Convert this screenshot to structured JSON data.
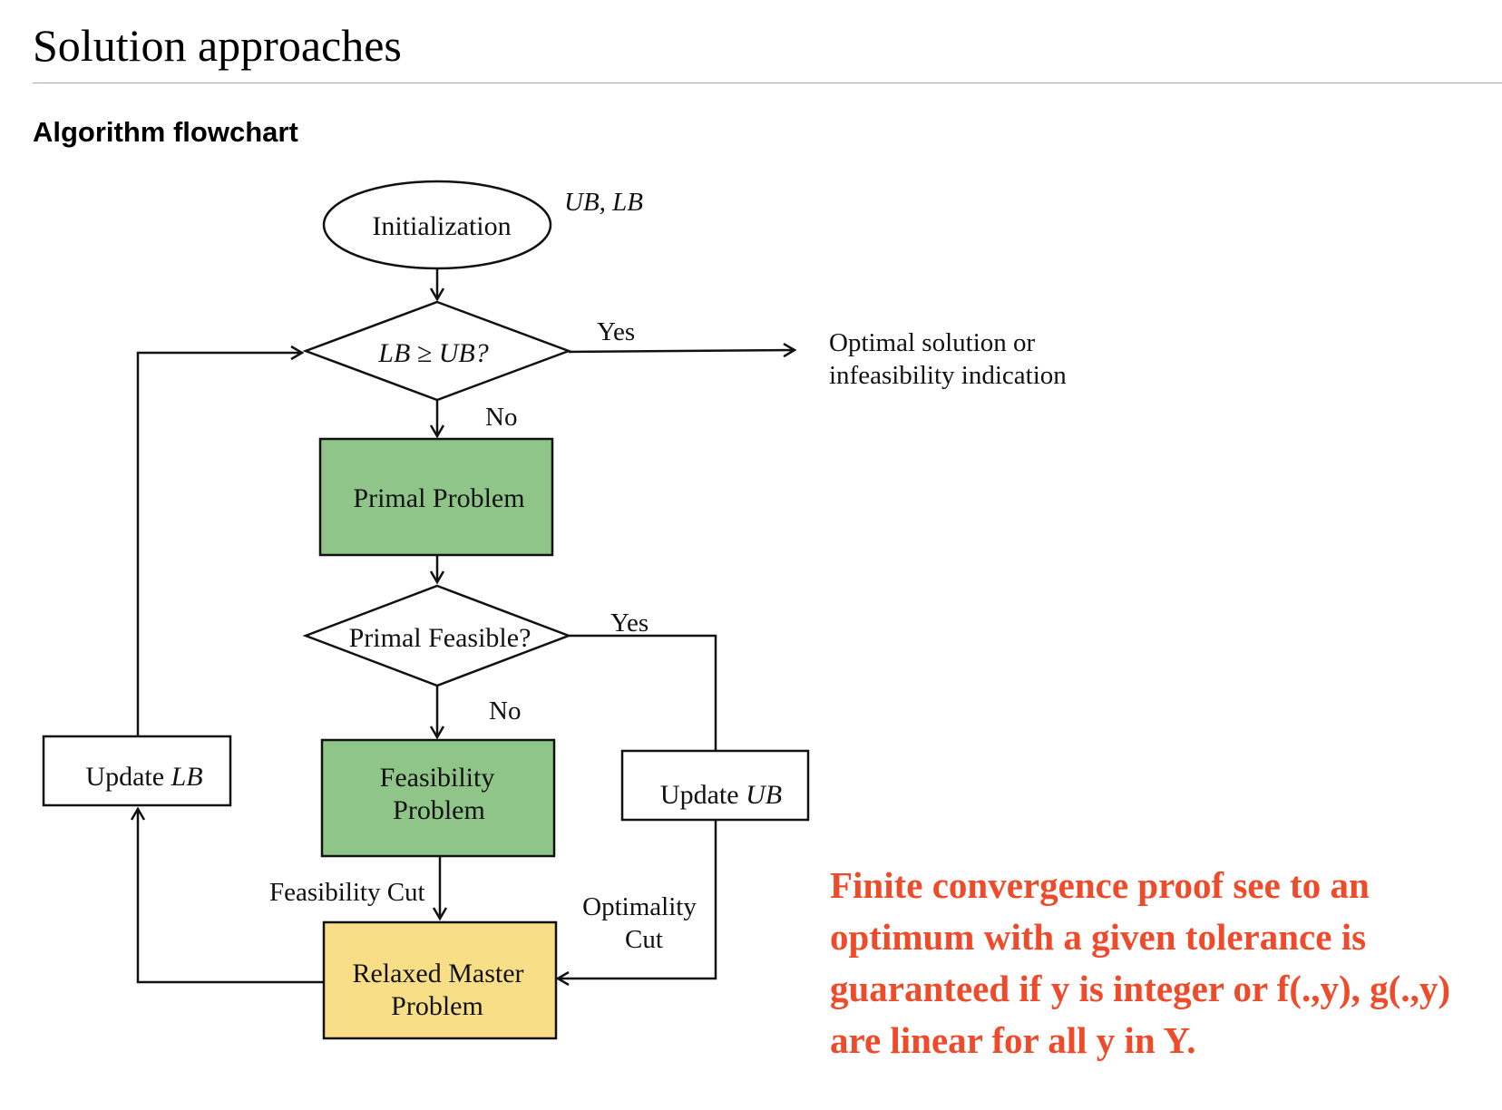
{
  "page": {
    "title": "Solution approaches",
    "section_title": "Algorithm flowchart"
  },
  "flowchart": {
    "nodes": {
      "initialization": "Initialization",
      "decision_bounds": "LB ≥ UB?",
      "primal_problem": "Primal Problem",
      "decision_feasible": "Primal Feasible?",
      "feasibility_problem": [
        "Feasibility",
        "Problem"
      ],
      "update_lb_prefix": "Update ",
      "update_lb_var": "LB",
      "update_ub_prefix": "Update ",
      "update_ub_var": "UB",
      "relaxed_master": [
        "Relaxed Master",
        "Problem"
      ]
    },
    "labels": {
      "ub_lb": "UB, LB",
      "yes_top": "Yes",
      "no_top": "No",
      "yes_mid": "Yes",
      "no_mid": "No",
      "optimal_output": [
        "Optimal solution or",
        "infeasibility indication"
      ],
      "feasibility_cut": "Feasibility Cut",
      "optimality_cut": [
        "Optimality",
        "Cut"
      ]
    },
    "colors": {
      "green_fill": "#90c589",
      "yellow_fill": "#f8df87",
      "stroke": "#111111"
    }
  },
  "note": {
    "text": "Finite convergence proof see to an optimum with a given tolerance is guaranteed if y is integer or f(.,y), g(.,y) are linear for all y in Y.",
    "color": "#ee4b2b"
  }
}
